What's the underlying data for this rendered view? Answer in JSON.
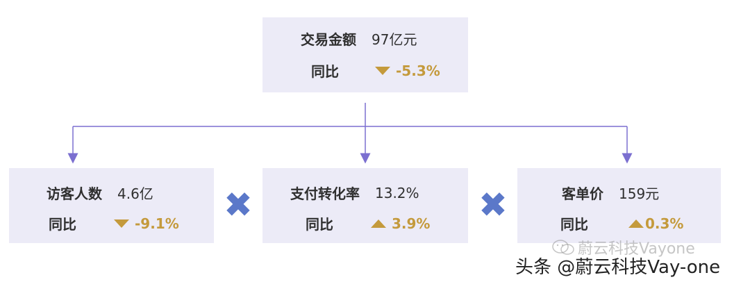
{
  "root": {
    "label": "交易金额",
    "value": "97亿元",
    "yoy_label": "同比",
    "change": "-5.3%",
    "direction": "down"
  },
  "children": [
    {
      "label": "访客人数",
      "value": "4.6亿",
      "yoy_label": "同比",
      "change": "-9.1%",
      "direction": "down"
    },
    {
      "label": "支付转化率",
      "value": "13.2%",
      "yoy_label": "同比",
      "change": "3.9%",
      "direction": "up"
    },
    {
      "label": "客单价",
      "value": "159元",
      "yoy_label": "同比",
      "change": "0.3%",
      "direction": "up"
    }
  ],
  "operators": [
    "✖",
    "✖"
  ],
  "watermark": {
    "faint": "蔚云科技Vayone",
    "main": "头条 @蔚云科技Vay-one"
  },
  "colors": {
    "box": "#ecebf7",
    "accent": "#c49a3c",
    "connector": "#7b6fd0",
    "operator": "#5b78c9"
  }
}
